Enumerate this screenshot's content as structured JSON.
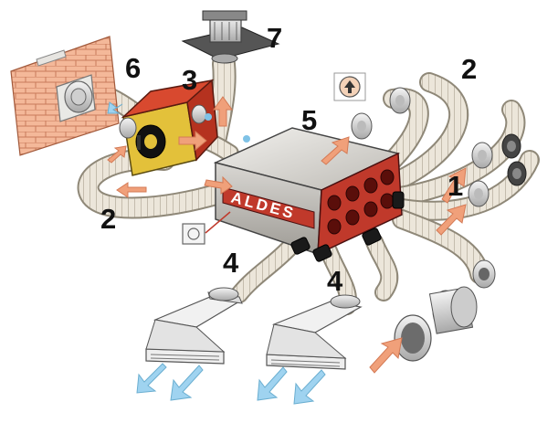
{
  "brand": "ALDES",
  "callouts": {
    "c1": "1",
    "c2a": "2",
    "c2b": "2",
    "c3": "3",
    "c4a": "4",
    "c4b": "4",
    "c5": "5",
    "c6": "6",
    "c7": "7"
  },
  "colors": {
    "duct": "#e9e2d6",
    "duct_line": "#9c9585",
    "unit_body": "#d8d6d2",
    "unit_red": "#c0392b",
    "warm_arrow": "#f0a07a",
    "cool_arrow": "#9fd3f0",
    "brick": "#f4b899",
    "filter_yellow": "#e3c13a"
  },
  "icons": [
    "up-arrow-icon",
    "warm-airflow-arrow-icon",
    "cool-airflow-arrow-icon",
    "roof-vent-icon",
    "wall-vent-icon"
  ]
}
